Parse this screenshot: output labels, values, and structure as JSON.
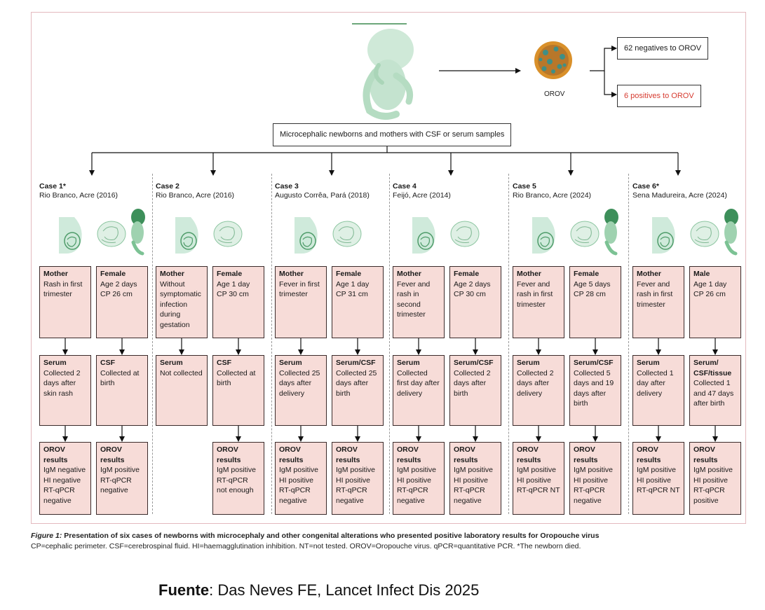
{
  "top": {
    "virus_label": "OROV",
    "negatives_label": "62 negatives to OROV",
    "positives_label": "6 positives to OROV",
    "samples_label": "Microcephalic newborns and mothers with CSF or serum samples"
  },
  "cases": [
    {
      "title": "Case 1*",
      "location": "Rio Branco, Acre (2016)",
      "mother": {
        "head": "Mother",
        "text": "Rash in first trimester"
      },
      "newborn": {
        "head": "Female",
        "text": "Age 2 days CP 26 cm"
      },
      "mother_sample": {
        "head": "Serum",
        "text": "Collected 2 days after skin rash"
      },
      "newborn_sample": {
        "head": "CSF",
        "text": "Collected at birth"
      },
      "mother_result": {
        "head": "OROV results",
        "text": "IgM negative HI negative RT-qPCR negative"
      },
      "newborn_result": {
        "head": "OROV results",
        "text": "IgM positive RT-qPCR negative"
      }
    },
    {
      "title": "Case 2",
      "location": "Rio Branco, Acre (2016)",
      "mother": {
        "head": "Mother",
        "text": "Without symptomatic infection during gestation"
      },
      "newborn": {
        "head": "Female",
        "text": "Age 1 day CP 30 cm"
      },
      "mother_sample": {
        "head": "Serum",
        "text": "Not collected"
      },
      "newborn_sample": {
        "head": "CSF",
        "text": "Collected at birth"
      },
      "mother_result": null,
      "newborn_result": {
        "head": "OROV results",
        "text": "IgM positive RT-qPCR not enough"
      }
    },
    {
      "title": "Case 3",
      "location": "Augusto Corrêa, Pará (2018)",
      "mother": {
        "head": "Mother",
        "text": "Fever in first trimester"
      },
      "newborn": {
        "head": "Female",
        "text": "Age 1 day CP 31 cm"
      },
      "mother_sample": {
        "head": "Serum",
        "text": "Collected 25 days after delivery"
      },
      "newborn_sample": {
        "head": "Serum/CSF",
        "text": "Collected 25 days after birth"
      },
      "mother_result": {
        "head": "OROV results",
        "text": "IgM positive HI positive RT-qPCR negative"
      },
      "newborn_result": {
        "head": "OROV results",
        "text": "IgM positive HI positive RT-qPCR negative"
      }
    },
    {
      "title": "Case 4",
      "location": "Feijó, Acre (2014)",
      "mother": {
        "head": "Mother",
        "text": "Fever and rash in second trimester"
      },
      "newborn": {
        "head": "Female",
        "text": "Age 2 days CP 30 cm"
      },
      "mother_sample": {
        "head": "Serum",
        "text": "Collected first day after delivery"
      },
      "newborn_sample": {
        "head": "Serum/CSF",
        "text": "Collected 2 days after birth"
      },
      "mother_result": {
        "head": "OROV results",
        "text": "IgM positive HI positive RT-qPCR negative"
      },
      "newborn_result": {
        "head": "OROV results",
        "text": "IgM positive HI positive RT-qPCR negative"
      }
    },
    {
      "title": "Case 5",
      "location": "Rio Branco, Acre (2024)",
      "mother": {
        "head": "Mother",
        "text": "Fever and rash in first trimester"
      },
      "newborn": {
        "head": "Female",
        "text": "Age 5 days CP 28 cm"
      },
      "mother_sample": {
        "head": "Serum",
        "text": "Collected 2 days after delivery"
      },
      "newborn_sample": {
        "head": "Serum/CSF",
        "text": "Collected 5 days and 19 days after birth"
      },
      "mother_result": {
        "head": "OROV results",
        "text": "IgM positive HI positive RT-qPCR NT"
      },
      "newborn_result": {
        "head": "OROV results",
        "text": "IgM positive HI positive RT-qPCR negative"
      }
    },
    {
      "title": "Case 6*",
      "location": "Sena Madureira, Acre (2024)",
      "mother": {
        "head": "Mother",
        "text": "Fever and rash in first trimester"
      },
      "newborn": {
        "head": "Male",
        "text": "Age 1 day CP 26 cm"
      },
      "mother_sample": {
        "head": "Serum",
        "text": "Collected 1 day after delivery"
      },
      "newborn_sample": {
        "head": "Serum/ CSF/tissue",
        "text": "Collected 1 and 47 days after birth"
      },
      "mother_result": {
        "head": "OROV results",
        "text": "IgM positive HI positive RT-qPCR NT"
      },
      "newborn_result": {
        "head": "OROV results",
        "text": "IgM positive HI positive RT-qPCR positive"
      }
    }
  ],
  "caption": {
    "figure_label": "Figure 1:",
    "title": "Presentation of six cases of newborns with microcephaly and other congenital alterations who presented positive laboratory results for Oropouche virus",
    "notes": "CP=cephalic perimeter. CSF=cerebrospinal fluid. HI=haemagglutination inhibition. NT=not tested. OROV=Oropouche virus. qPCR=quantitative PCR. *The newborn died."
  },
  "source": {
    "label": "Fuente",
    "text": ": Das Neves FE, Lancet Infect Dis 2025"
  },
  "colors": {
    "box_fill": "#f7dcd8",
    "frame": "#e4b9be",
    "icon_green": "#bfe3cc",
    "accent_red": "#d63a2f",
    "virus_orange": "#d9902a",
    "virus_teal": "#3f8f86"
  }
}
